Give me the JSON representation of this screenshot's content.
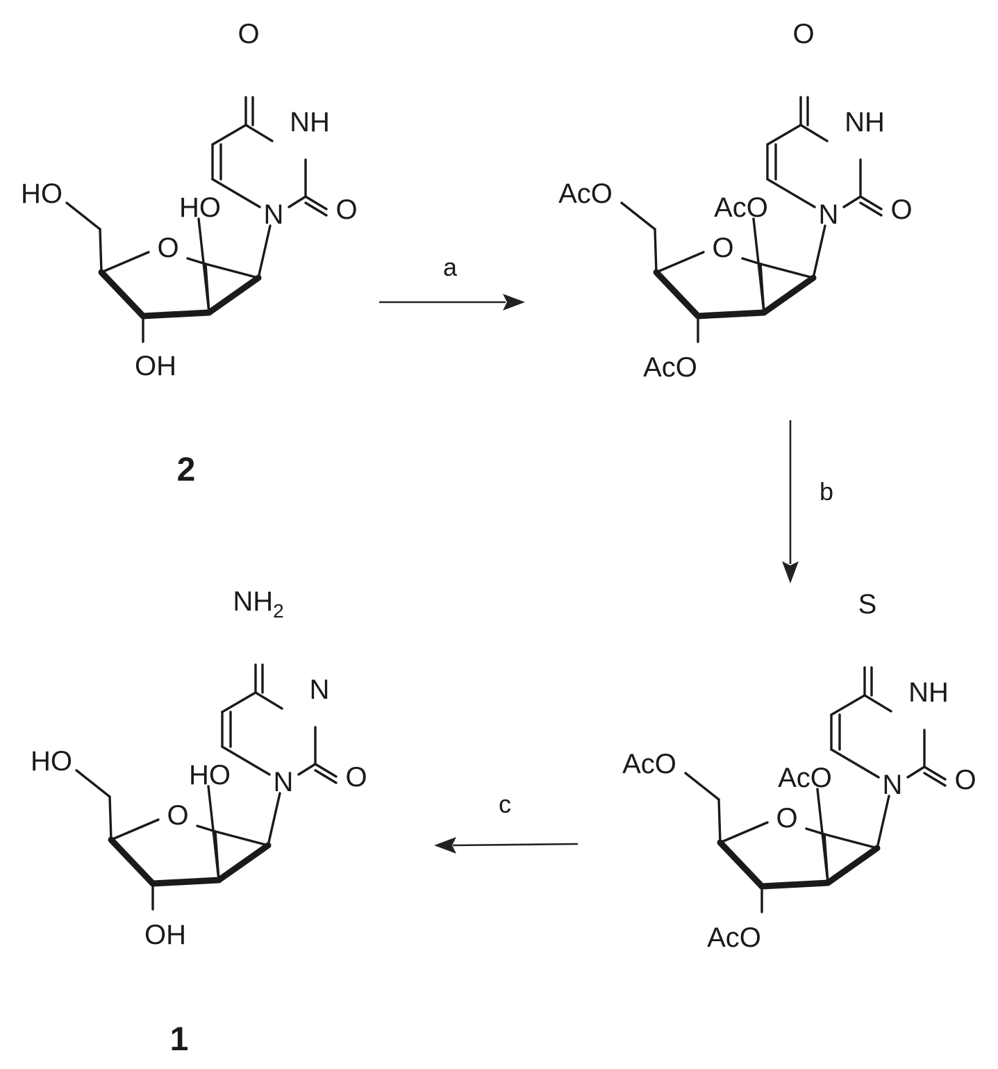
{
  "molecules": [
    {
      "id": "m1",
      "atoms": {
        "top": "O",
        "nh": "NH",
        "n1": "N",
        "o2": "O",
        "oring": "O",
        "c5sub": "HO",
        "c2sub": "HO",
        "c3sub": "OH"
      },
      "compound_label": "2"
    },
    {
      "id": "m2",
      "atoms": {
        "top": "O",
        "nh": "NH",
        "n1": "N",
        "o2": "O",
        "oring": "O",
        "c5sub": "AcO",
        "c2sub": "AcO",
        "c3sub": "AcO"
      },
      "compound_label": ""
    },
    {
      "id": "m3",
      "atoms": {
        "top": "S",
        "nh": "NH",
        "n1": "N",
        "o2": "O",
        "oring": "O",
        "c5sub": "AcO",
        "c2sub": "AcO",
        "c3sub": "AcO"
      },
      "compound_label": ""
    },
    {
      "id": "m4",
      "atoms": {
        "top": "NH",
        "top_sub": "2",
        "nh": "N",
        "n1": "N",
        "o2": "O",
        "oring": "O",
        "c5sub": "HO",
        "c2sub": "HO",
        "c3sub": "OH"
      },
      "compound_label": "1"
    }
  ],
  "reactions": [
    {
      "id": "a",
      "label": "a",
      "direction": "right"
    },
    {
      "id": "b",
      "label": "b",
      "direction": "down"
    },
    {
      "id": "c",
      "label": "c",
      "direction": "left"
    }
  ]
}
